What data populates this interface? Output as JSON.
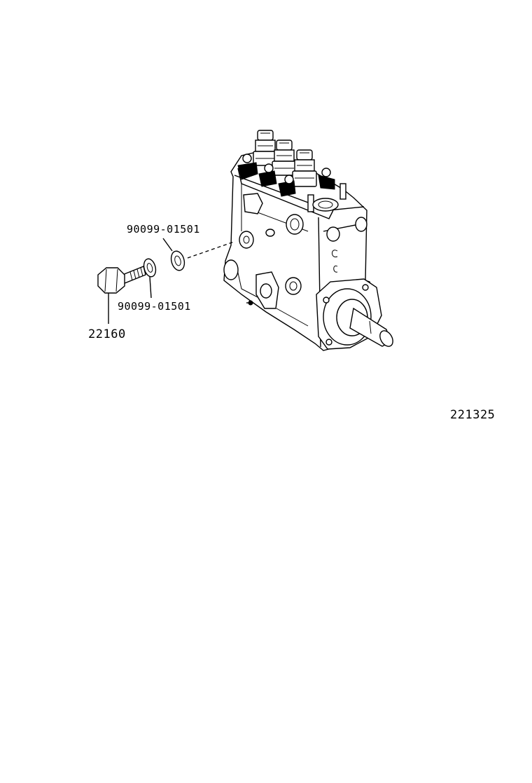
{
  "callouts": {
    "washer_upper": "90099-01501",
    "washer_lower": "90099-01501",
    "bolt": "22160",
    "figure_number": "221325"
  },
  "colors": {
    "ink": "#000000",
    "paper": "#ffffff"
  }
}
